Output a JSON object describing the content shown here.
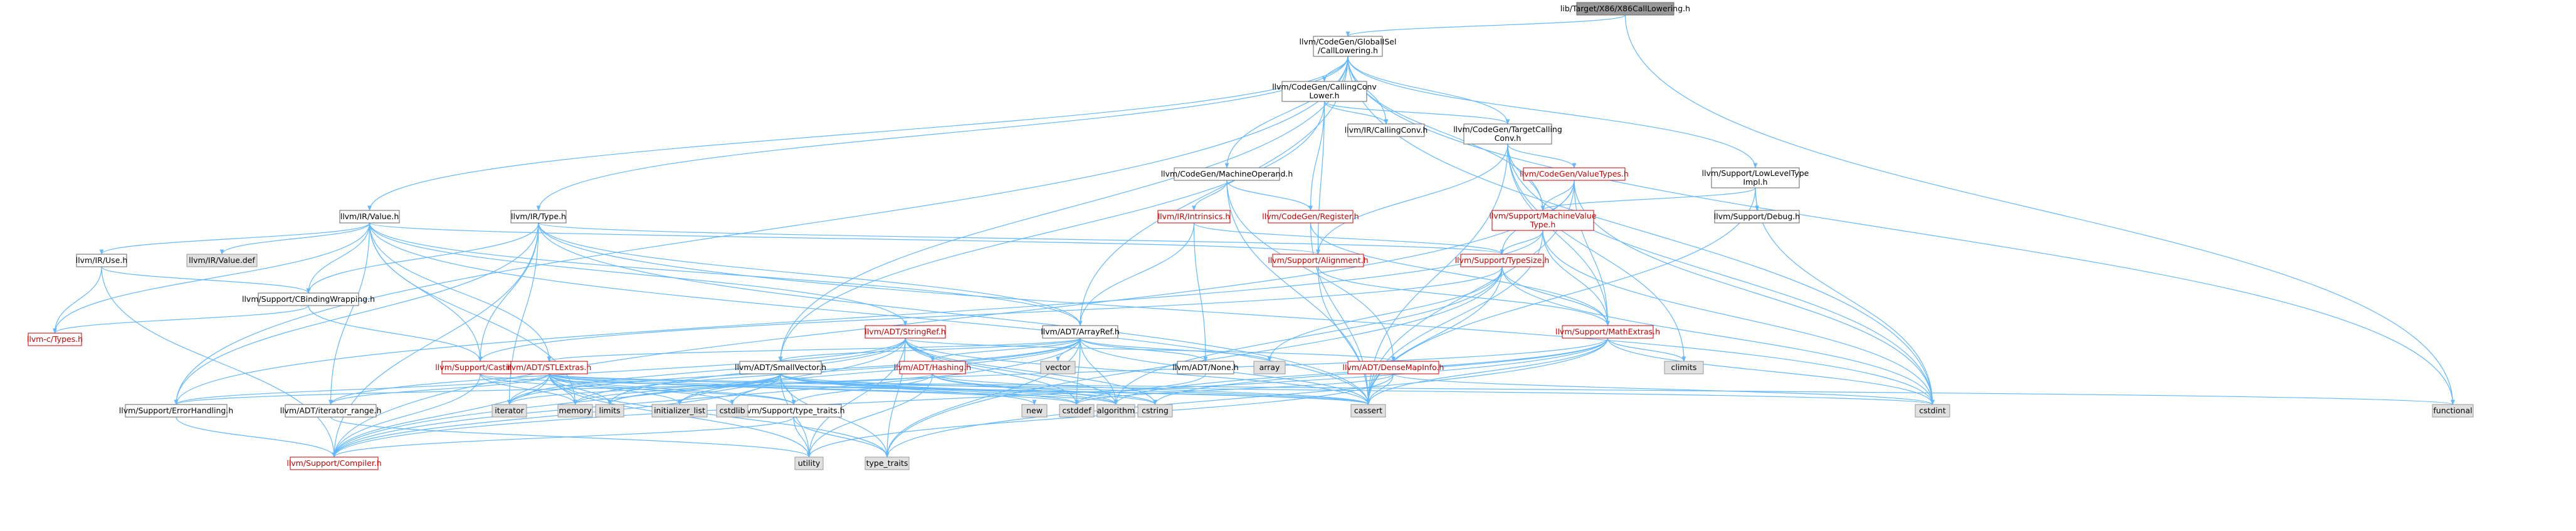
{
  "colors": {
    "root_fill": "#999999",
    "node_fill": "#ffffff",
    "node_stroke": "#666666",
    "ext_fill": "#e0e0e0",
    "ext_stroke": "#999999",
    "text_normal": "#000000",
    "text_highlight": "#cc0000",
    "edge": "#63b8ff"
  },
  "nodes": [
    {
      "id": "root",
      "lines": [
        "lib/Target/X86/X86CallLowering.h"
      ],
      "kind": "root"
    },
    {
      "id": "globalisel",
      "lines": [
        "llvm/CodeGen/GlobalISel",
        "/CallLowering.h"
      ],
      "kind": "normal"
    },
    {
      "id": "ccl",
      "lines": [
        "llvm/CodeGen/CallingConv",
        "Lower.h"
      ],
      "kind": "normal"
    },
    {
      "id": "irccv",
      "lines": [
        "llvm/IR/CallingConv.h"
      ],
      "kind": "normal"
    },
    {
      "id": "tcc",
      "lines": [
        "llvm/CodeGen/TargetCalling",
        "Conv.h"
      ],
      "kind": "normal"
    },
    {
      "id": "mo",
      "lines": [
        "llvm/CodeGen/MachineOperand.h"
      ],
      "kind": "normal"
    },
    {
      "id": "vt",
      "lines": [
        "llvm/CodeGen/ValueTypes.h"
      ],
      "kind": "red"
    },
    {
      "id": "llt",
      "lines": [
        "llvm/Support/LowLevelType",
        "Impl.h"
      ],
      "kind": "normal"
    },
    {
      "id": "debug",
      "lines": [
        "llvm/Support/Debug.h"
      ],
      "kind": "normal"
    },
    {
      "id": "mvt",
      "lines": [
        "llvm/Support/MachineValue",
        "Type.h"
      ],
      "kind": "red"
    },
    {
      "id": "intr",
      "lines": [
        "llvm/IR/Intrinsics.h"
      ],
      "kind": "red"
    },
    {
      "id": "reg",
      "lines": [
        "llvm/CodeGen/Register.h"
      ],
      "kind": "red"
    },
    {
      "id": "value",
      "lines": [
        "llvm/IR/Value.h"
      ],
      "kind": "normal"
    },
    {
      "id": "type",
      "lines": [
        "llvm/IR/Type.h"
      ],
      "kind": "normal"
    },
    {
      "id": "align",
      "lines": [
        "llvm/Support/Alignment.h"
      ],
      "kind": "red"
    },
    {
      "id": "tsize",
      "lines": [
        "llvm/Support/TypeSize.h"
      ],
      "kind": "red"
    },
    {
      "id": "use",
      "lines": [
        "llvm/IR/Use.h"
      ],
      "kind": "normal"
    },
    {
      "id": "valuedef",
      "lines": [
        "llvm/IR/Value.def"
      ],
      "kind": "ext"
    },
    {
      "id": "cbw",
      "lines": [
        "llvm/Support/CBindingWrapping.h"
      ],
      "kind": "normal"
    },
    {
      "id": "strref",
      "lines": [
        "llvm/ADT/StringRef.h"
      ],
      "kind": "red"
    },
    {
      "id": "arrref",
      "lines": [
        "llvm/ADT/ArrayRef.h"
      ],
      "kind": "normal"
    },
    {
      "id": "mathx",
      "lines": [
        "llvm/Support/MathExtras.h"
      ],
      "kind": "red"
    },
    {
      "id": "ctypes",
      "lines": [
        "llvm-c/Types.h"
      ],
      "kind": "red"
    },
    {
      "id": "casting",
      "lines": [
        "llvm/Support/Casting.h"
      ],
      "kind": "red"
    },
    {
      "id": "stlx",
      "lines": [
        "llvm/ADT/STLExtras.h"
      ],
      "kind": "red"
    },
    {
      "id": "smallvec",
      "lines": [
        "llvm/ADT/SmallVector.h"
      ],
      "kind": "normal"
    },
    {
      "id": "hashing",
      "lines": [
        "llvm/ADT/Hashing.h"
      ],
      "kind": "red"
    },
    {
      "id": "vector",
      "lines": [
        "vector"
      ],
      "kind": "ext"
    },
    {
      "id": "array",
      "lines": [
        "array"
      ],
      "kind": "ext"
    },
    {
      "id": "none",
      "lines": [
        "llvm/ADT/None.h"
      ],
      "kind": "normal"
    },
    {
      "id": "densemap",
      "lines": [
        "llvm/ADT/DenseMapInfo.h"
      ],
      "kind": "red"
    },
    {
      "id": "climits",
      "lines": [
        "climits"
      ],
      "kind": "ext"
    },
    {
      "id": "errh",
      "lines": [
        "llvm/Support/ErrorHandling.h"
      ],
      "kind": "normal"
    },
    {
      "id": "iterrange",
      "lines": [
        "llvm/ADT/iterator_range.h"
      ],
      "kind": "normal"
    },
    {
      "id": "typetraits",
      "lines": [
        "llvm/Support/type_traits.h"
      ],
      "kind": "normal"
    },
    {
      "id": "compiler",
      "lines": [
        "llvm/Support/Compiler.h"
      ],
      "kind": "red"
    },
    {
      "id": "iterator",
      "lines": [
        "iterator"
      ],
      "kind": "ext"
    },
    {
      "id": "memory",
      "lines": [
        "memory"
      ],
      "kind": "ext"
    },
    {
      "id": "limits",
      "lines": [
        "limits"
      ],
      "kind": "ext"
    },
    {
      "id": "initlist",
      "lines": [
        "initializer_list"
      ],
      "kind": "ext"
    },
    {
      "id": "cstdlib",
      "lines": [
        "cstdlib"
      ],
      "kind": "ext"
    },
    {
      "id": "new",
      "lines": [
        "new"
      ],
      "kind": "ext"
    },
    {
      "id": "cstddef",
      "lines": [
        "cstddef"
      ],
      "kind": "ext"
    },
    {
      "id": "algorithm",
      "lines": [
        "algorithm"
      ],
      "kind": "ext"
    },
    {
      "id": "cstring",
      "lines": [
        "cstring"
      ],
      "kind": "ext"
    },
    {
      "id": "cassert",
      "lines": [
        "cassert"
      ],
      "kind": "ext"
    },
    {
      "id": "cstdint",
      "lines": [
        "cstdint"
      ],
      "kind": "ext"
    },
    {
      "id": "functional",
      "lines": [
        "functional"
      ],
      "kind": "ext"
    },
    {
      "id": "utility",
      "lines": [
        "utility"
      ],
      "kind": "ext"
    },
    {
      "id": "type_traits",
      "lines": [
        "type_traits"
      ],
      "kind": "ext"
    }
  ],
  "edges": [
    [
      "root",
      "globalisel"
    ],
    [
      "root",
      "functional"
    ],
    [
      "globalisel",
      "ccl"
    ],
    [
      "globalisel",
      "irccv"
    ],
    [
      "globalisel",
      "tcc"
    ],
    [
      "globalisel",
      "mo"
    ],
    [
      "globalisel",
      "llt"
    ],
    [
      "globalisel",
      "mvt"
    ],
    [
      "globalisel",
      "value"
    ],
    [
      "globalisel",
      "type"
    ],
    [
      "globalisel",
      "arrref"
    ],
    [
      "globalisel",
      "smallvec"
    ],
    [
      "globalisel",
      "errh"
    ],
    [
      "globalisel",
      "cstdint"
    ],
    [
      "globalisel",
      "functional"
    ],
    [
      "ccl",
      "irccv"
    ],
    [
      "ccl",
      "tcc"
    ],
    [
      "ccl",
      "reg"
    ],
    [
      "ccl",
      "align"
    ],
    [
      "ccl",
      "smallvec"
    ],
    [
      "tcc",
      "vt"
    ],
    [
      "tcc",
      "mvt"
    ],
    [
      "tcc",
      "align"
    ],
    [
      "tcc",
      "mathx"
    ],
    [
      "tcc",
      "climits"
    ],
    [
      "tcc",
      "cassert"
    ],
    [
      "tcc",
      "cstdint"
    ],
    [
      "mo",
      "intr"
    ],
    [
      "mo",
      "reg"
    ],
    [
      "mo",
      "densemap"
    ],
    [
      "mo",
      "cassert"
    ],
    [
      "vt",
      "mvt"
    ],
    [
      "vt",
      "tsize"
    ],
    [
      "vt",
      "mathx"
    ],
    [
      "vt",
      "compiler"
    ],
    [
      "vt",
      "cassert"
    ],
    [
      "vt",
      "cstdint"
    ],
    [
      "llt",
      "mvt"
    ],
    [
      "llt",
      "debug"
    ],
    [
      "llt",
      "cassert"
    ],
    [
      "llt",
      "cstdint"
    ],
    [
      "mvt",
      "tsize"
    ],
    [
      "mvt",
      "mathx"
    ],
    [
      "mvt",
      "errh"
    ],
    [
      "mvt",
      "cassert"
    ],
    [
      "mvt",
      "cstdint"
    ],
    [
      "intr",
      "arrref"
    ],
    [
      "intr",
      "tsize"
    ],
    [
      "intr",
      "none"
    ],
    [
      "reg",
      "mathx"
    ],
    [
      "reg",
      "cassert"
    ],
    [
      "value",
      "use"
    ],
    [
      "value",
      "valuedef"
    ],
    [
      "value",
      "cbw"
    ],
    [
      "value",
      "ctypes"
    ],
    [
      "value",
      "casting"
    ],
    [
      "value",
      "stlx"
    ],
    [
      "value",
      "strref"
    ],
    [
      "value",
      "arrref"
    ],
    [
      "value",
      "align"
    ],
    [
      "value",
      "iterrange"
    ],
    [
      "value",
      "cassert"
    ],
    [
      "value",
      "memory"
    ],
    [
      "type",
      "tsize"
    ],
    [
      "type",
      "arrref"
    ],
    [
      "type",
      "cbw"
    ],
    [
      "type",
      "casting"
    ],
    [
      "type",
      "compiler"
    ],
    [
      "type",
      "errh"
    ],
    [
      "type",
      "iterator"
    ],
    [
      "type",
      "cassert"
    ],
    [
      "type",
      "cstdint"
    ],
    [
      "align",
      "mathx"
    ],
    [
      "align",
      "cassert"
    ],
    [
      "tsize",
      "mathx"
    ],
    [
      "tsize",
      "casting"
    ],
    [
      "tsize",
      "array"
    ],
    [
      "tsize",
      "algorithm"
    ],
    [
      "tsize",
      "cassert"
    ],
    [
      "tsize",
      "cstdint"
    ],
    [
      "tsize",
      "type_traits"
    ],
    [
      "use",
      "ctypes"
    ],
    [
      "use",
      "cbw"
    ],
    [
      "use",
      "compiler"
    ],
    [
      "cbw",
      "ctypes"
    ],
    [
      "cbw",
      "casting"
    ],
    [
      "strref",
      "iterrange"
    ],
    [
      "strref",
      "hashing"
    ],
    [
      "strref",
      "densemap"
    ],
    [
      "strref",
      "compiler"
    ],
    [
      "strref",
      "algorithm"
    ],
    [
      "strref",
      "cassert"
    ],
    [
      "strref",
      "cstddef"
    ],
    [
      "strref",
      "cstring"
    ],
    [
      "strref",
      "limits"
    ],
    [
      "strref",
      "type_traits"
    ],
    [
      "strref",
      "utility"
    ],
    [
      "strref",
      "iterator"
    ],
    [
      "arrref",
      "hashing"
    ],
    [
      "arrref",
      "none"
    ],
    [
      "arrref",
      "smallvec"
    ],
    [
      "arrref",
      "stlx"
    ],
    [
      "arrref",
      "compiler"
    ],
    [
      "arrref",
      "algorithm"
    ],
    [
      "arrref",
      "array"
    ],
    [
      "arrref",
      "cassert"
    ],
    [
      "arrref",
      "cstddef"
    ],
    [
      "arrref",
      "initlist"
    ],
    [
      "arrref",
      "iterator"
    ],
    [
      "arrref",
      "memory"
    ],
    [
      "arrref",
      "type_traits"
    ],
    [
      "arrref",
      "vector"
    ],
    [
      "mathx",
      "compiler"
    ],
    [
      "mathx",
      "climits"
    ],
    [
      "mathx",
      "cassert"
    ],
    [
      "mathx",
      "cstdint"
    ],
    [
      "mathx",
      "cstring"
    ],
    [
      "mathx",
      "limits"
    ],
    [
      "mathx",
      "type_traits"
    ],
    [
      "mathx",
      "algorithm"
    ],
    [
      "casting",
      "typetraits"
    ],
    [
      "casting",
      "compiler"
    ],
    [
      "casting",
      "cassert"
    ],
    [
      "casting",
      "memory"
    ],
    [
      "stlx",
      "errh"
    ],
    [
      "stlx",
      "iterrange"
    ],
    [
      "stlx",
      "compiler"
    ],
    [
      "stlx",
      "typetraits"
    ],
    [
      "stlx",
      "algorithm"
    ],
    [
      "stlx",
      "cassert"
    ],
    [
      "stlx",
      "cstddef"
    ],
    [
      "stlx",
      "cstdint"
    ],
    [
      "stlx",
      "cstdlib"
    ],
    [
      "stlx",
      "functional"
    ],
    [
      "stlx",
      "initlist"
    ],
    [
      "stlx",
      "iterator"
    ],
    [
      "stlx",
      "limits"
    ],
    [
      "stlx",
      "memory"
    ],
    [
      "stlx",
      "type_traits"
    ],
    [
      "stlx",
      "utility"
    ],
    [
      "smallvec",
      "typetraits"
    ],
    [
      "smallvec",
      "compiler"
    ],
    [
      "smallvec",
      "algorithm"
    ],
    [
      "smallvec",
      "cassert"
    ],
    [
      "smallvec",
      "cstddef"
    ],
    [
      "smallvec",
      "cstdlib"
    ],
    [
      "smallvec",
      "cstring"
    ],
    [
      "smallvec",
      "initlist"
    ],
    [
      "smallvec",
      "iterator"
    ],
    [
      "smallvec",
      "limits"
    ],
    [
      "smallvec",
      "memory"
    ],
    [
      "smallvec",
      "new"
    ],
    [
      "smallvec",
      "type_traits"
    ],
    [
      "smallvec",
      "utility"
    ],
    [
      "hashing",
      "errh"
    ],
    [
      "hashing",
      "typetraits"
    ],
    [
      "hashing",
      "algorithm"
    ],
    [
      "hashing",
      "cassert"
    ],
    [
      "hashing",
      "cstring"
    ],
    [
      "hashing",
      "utility"
    ],
    [
      "densemap",
      "cassert"
    ],
    [
      "densemap",
      "cstddef"
    ],
    [
      "densemap",
      "cstdint"
    ],
    [
      "densemap",
      "utility"
    ],
    [
      "none",
      "cstddef"
    ],
    [
      "errh",
      "compiler"
    ],
    [
      "iterrange",
      "utility"
    ],
    [
      "typetraits",
      "compiler"
    ],
    [
      "typetraits",
      "type_traits"
    ],
    [
      "typetraits",
      "utility"
    ]
  ]
}
